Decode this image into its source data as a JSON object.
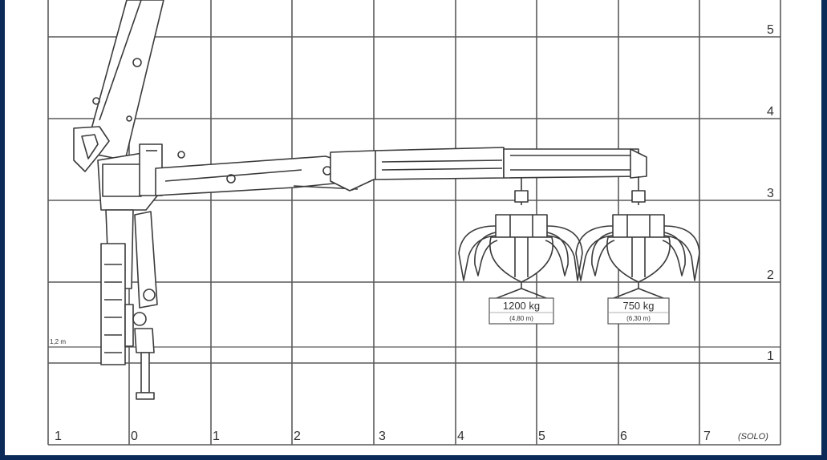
{
  "diagram": {
    "x_axis_labels": [
      "1",
      "0",
      "1",
      "2",
      "3",
      "4",
      "5",
      "6",
      "7"
    ],
    "y_axis_labels": [
      "5",
      "4",
      "3",
      "2",
      "1"
    ],
    "x_axis_note": "(SOLO)",
    "height_marker": "1,2 m",
    "loads": [
      {
        "weight": "1200 kg",
        "reach": "(4,80 m)"
      },
      {
        "weight": "750 kg",
        "reach": "(6,30 m)"
      }
    ]
  }
}
